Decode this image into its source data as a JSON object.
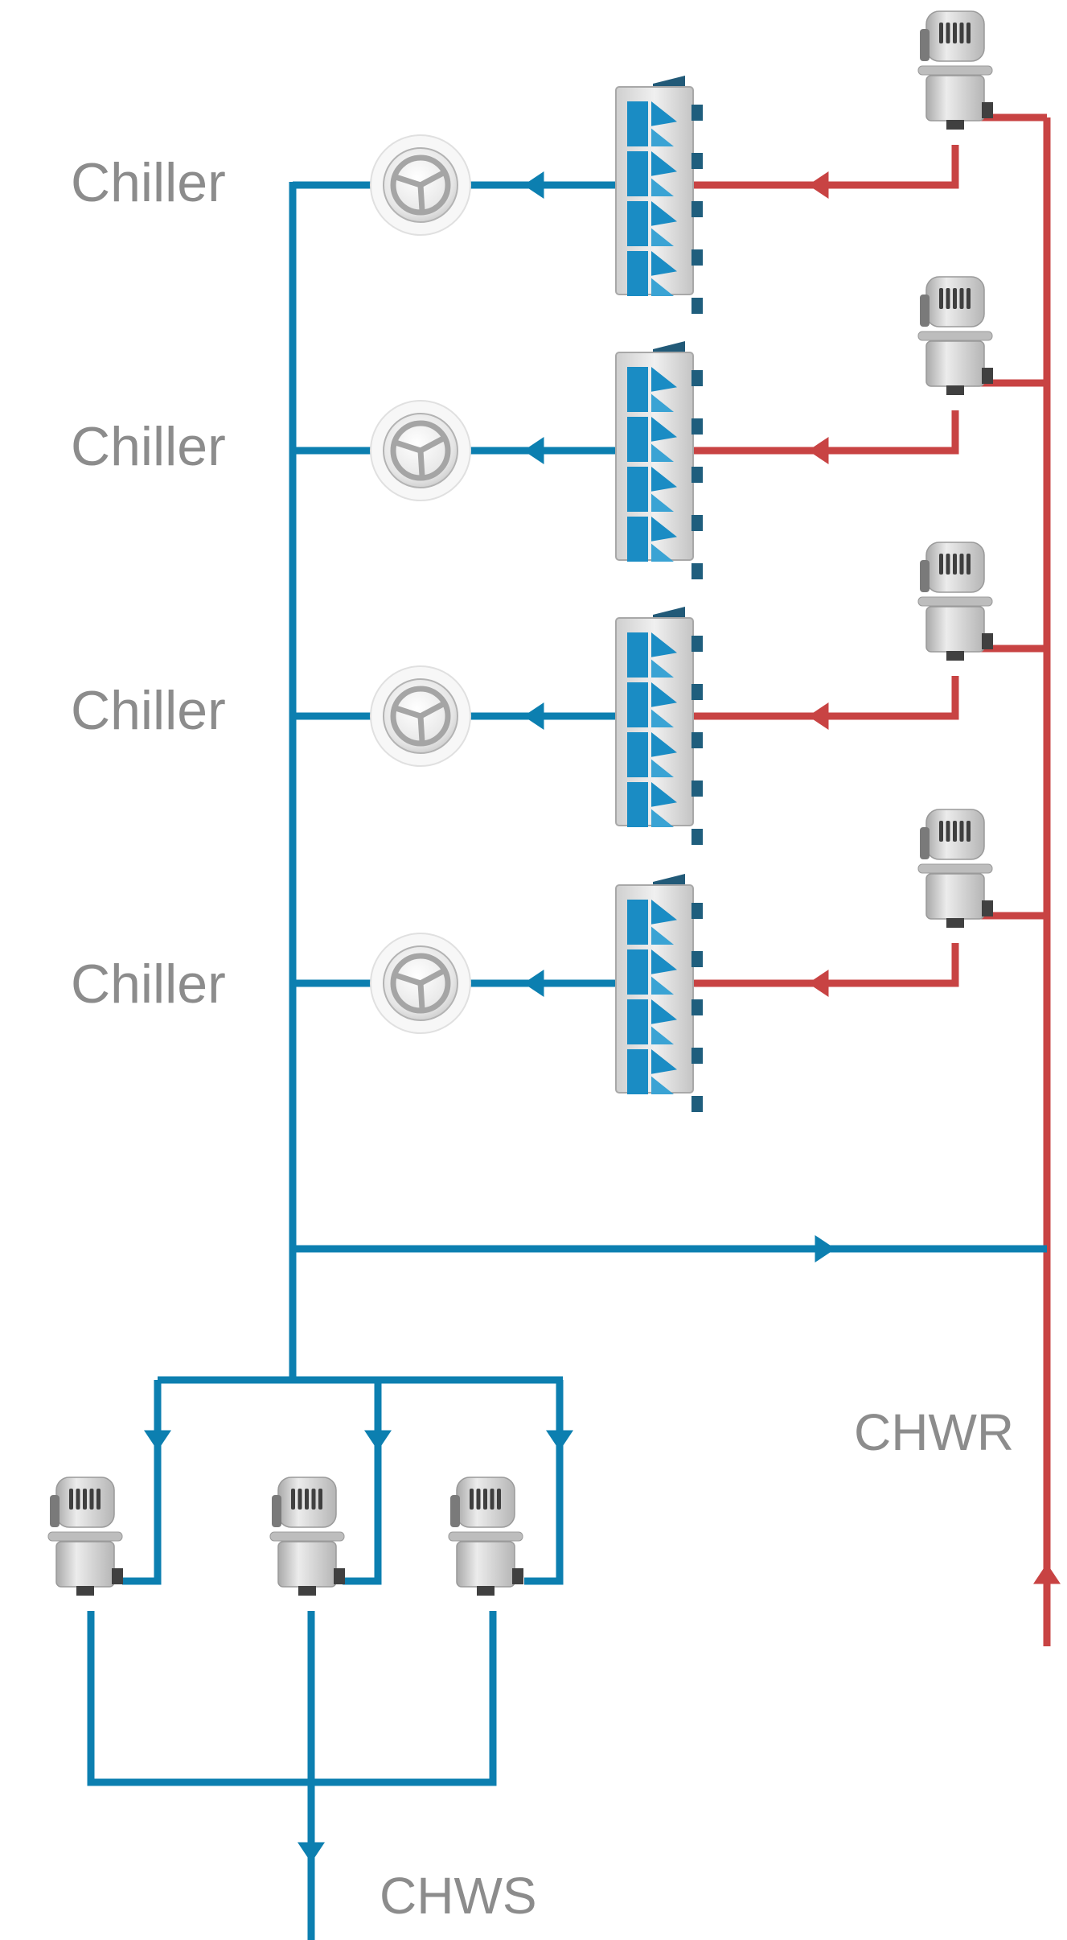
{
  "labels": {
    "chillers": [
      "Chiller",
      "Chiller",
      "Chiller",
      "Chiller"
    ],
    "return_main": "CHWR",
    "supply_main": "CHWS"
  },
  "colors": {
    "supply_pipe": "#0c7fb0",
    "return_pipe": "#c84343",
    "label_text": "#8c8c8c",
    "equipment_gray": "#d0d0d0",
    "equipment_dark": "#3f3f3f",
    "chiller_blue": "#1a8cc4"
  },
  "icons": {
    "valve": "butterfly-valve-icon",
    "chiller": "chiller-unit-icon",
    "pump": "pump-icon",
    "flow_arrow": "flow-arrow-icon"
  },
  "components": {
    "chiller_count": 4,
    "chiller_pump_count": 4,
    "chiller_valve_count": 4,
    "secondary_pump_count": 3
  }
}
